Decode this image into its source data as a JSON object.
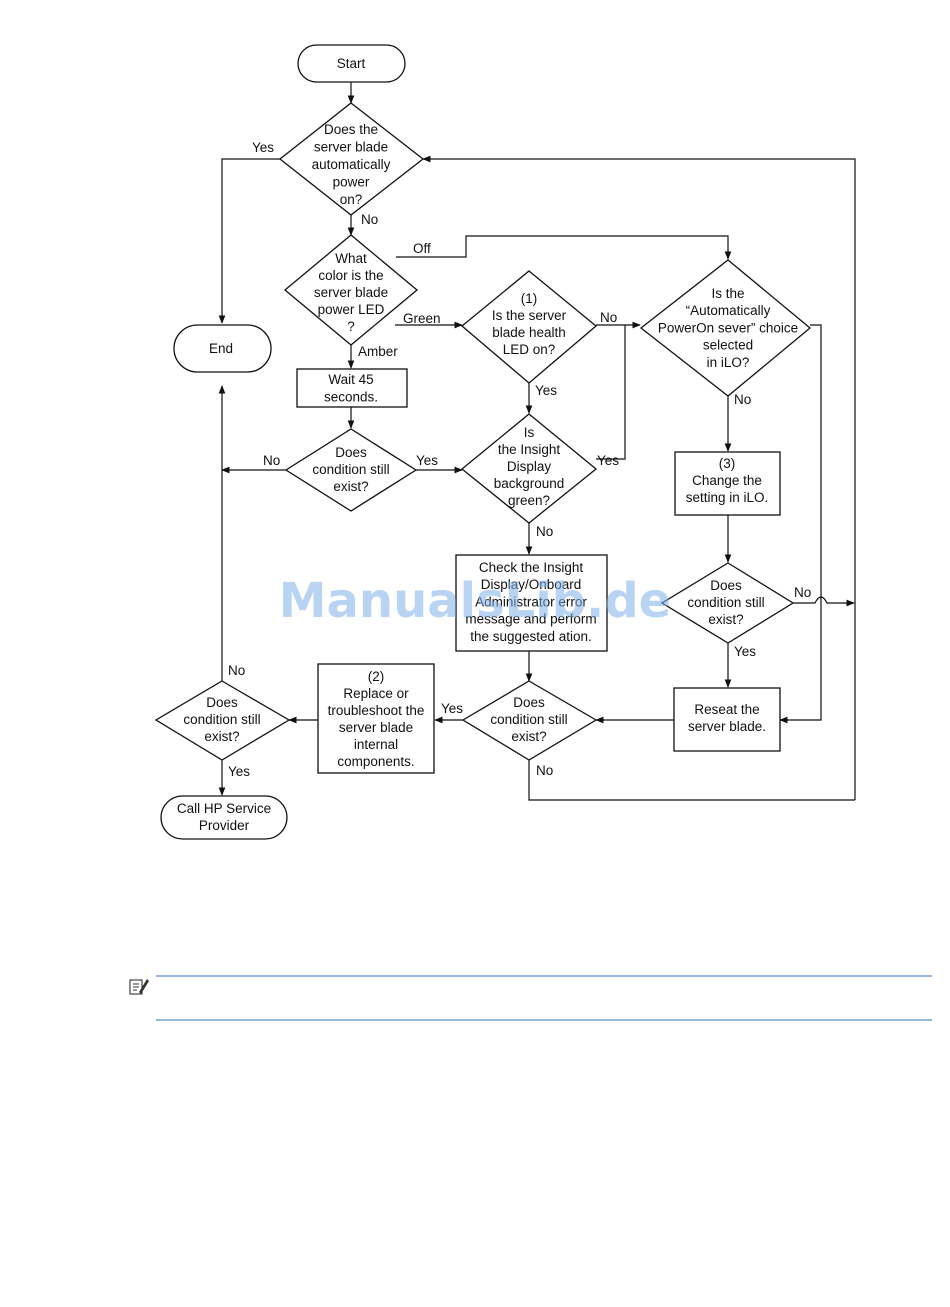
{
  "flowchart": {
    "start": [
      "Start"
    ],
    "auto_power": [
      "Does the",
      "server blade",
      "automatically",
      "power",
      "on?"
    ],
    "end": [
      "End"
    ],
    "led_color": [
      "What",
      "color is the",
      "server blade",
      "power LED",
      "?"
    ],
    "wait": [
      "Wait 45",
      "seconds."
    ],
    "cond1": [
      "Does",
      "condition still",
      "exist?"
    ],
    "health_led": [
      "(1)",
      "Is the server",
      "blade health",
      "LED on?"
    ],
    "insight_green": [
      "Is",
      "the Insight",
      "Display",
      "background",
      "green?"
    ],
    "check_insight": [
      "Check the Insight",
      "Display/Onboard",
      "Administrator error",
      "message and perform",
      "the suggested ation."
    ],
    "auto_poweron": [
      "Is the",
      "“Automatically",
      "PowerOn sever” choice",
      "selected",
      "in iLO?"
    ],
    "change_setting": [
      "(3)",
      "Change the",
      "setting in iLO."
    ],
    "cond_right": [
      "Does",
      "condition still",
      "exist?"
    ],
    "reseat": [
      "Reseat the",
      "server blade."
    ],
    "cond_mid": [
      "Does",
      "condition still",
      "exist?"
    ],
    "replace": [
      "(2)",
      "Replace or",
      "troubleshoot the",
      "server blade",
      "internal",
      "components."
    ],
    "cond_left": [
      "Does",
      "condition still",
      "exist?"
    ],
    "call_hp": [
      "Call HP Service",
      "Provider"
    ],
    "labels": {
      "yes_end": "Yes",
      "no_color": "No",
      "off": "Off",
      "green": "Green",
      "amber": "Amber",
      "no_health": "No",
      "yes_health": "Yes",
      "no_cond1": "No",
      "yes_cond1": "Yes",
      "yes_insight": "Yes",
      "no_insight": "No",
      "no_autopower": "No",
      "no_cond_right": "No",
      "yes_cond_right": "Yes",
      "yes_cond_mid": "Yes",
      "no_cond_mid": "No",
      "no_cond_left": "No",
      "yes_cond_left": "Yes"
    }
  },
  "watermark": "ManualsLib.de",
  "note_icon": "note-pencil-icon"
}
